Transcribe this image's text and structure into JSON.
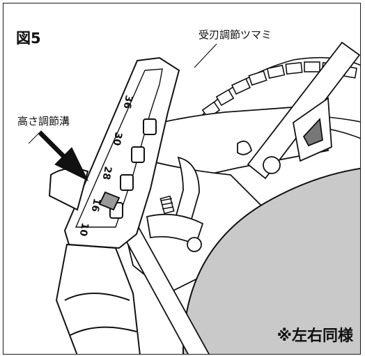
{
  "figure_label": "図5",
  "callouts": {
    "knob": "受刃調節ツマミ",
    "groove": "高さ調節溝"
  },
  "scale_marks": [
    "36",
    "30",
    "28",
    "16",
    "10"
  ],
  "note": "※左右同様"
}
